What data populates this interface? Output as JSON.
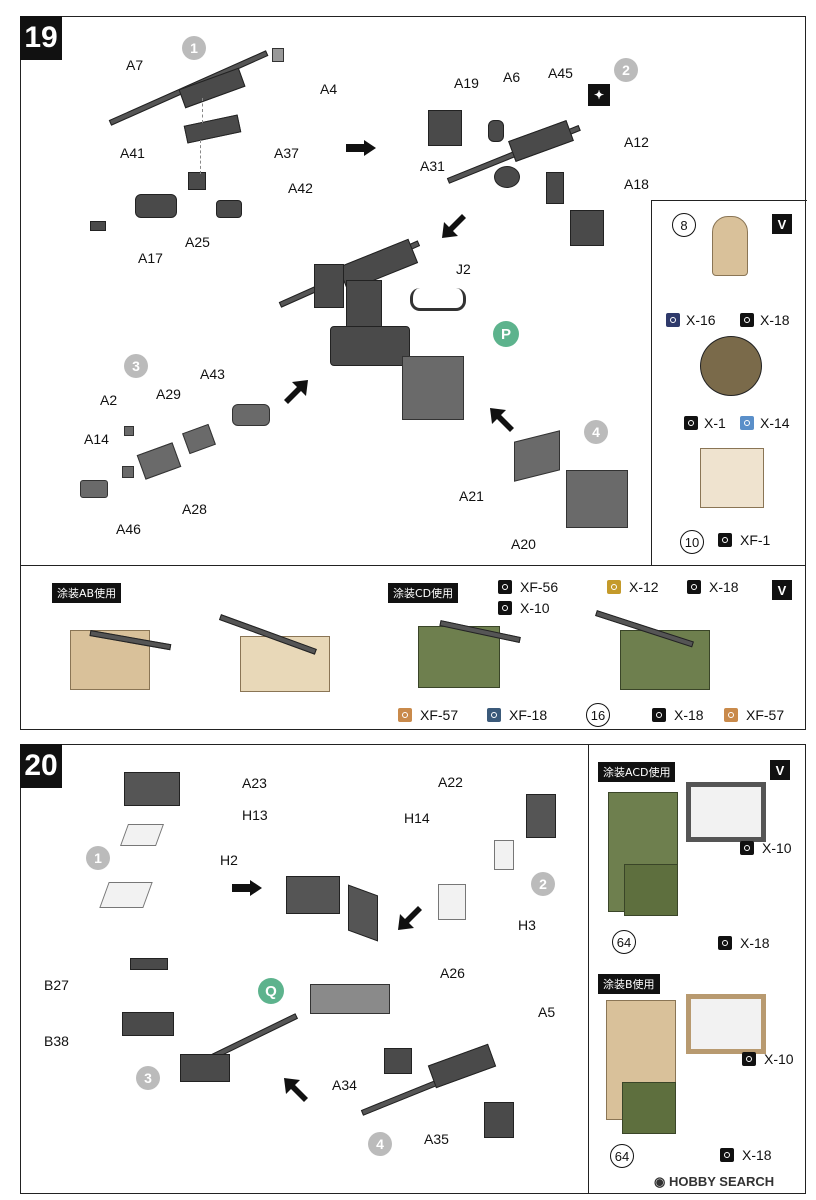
{
  "step19": {
    "number": "19",
    "sub_steps": [
      "1",
      "2",
      "3",
      "4"
    ],
    "parts": [
      "A7",
      "A4",
      "A37",
      "A41",
      "A42",
      "A25",
      "A17",
      "A19",
      "A6",
      "A45",
      "A31",
      "A12",
      "A18",
      "J2",
      "A43",
      "A2",
      "A29",
      "A14",
      "A28",
      "A46",
      "A21",
      "A20"
    ],
    "p_marker": "P",
    "inset": {
      "ref8": "8",
      "ref10": "10",
      "colors": {
        "x16": "X-16",
        "x18a": "X-18",
        "x1": "X-1",
        "x14": "X-14",
        "xf1": "XF-1"
      }
    },
    "paint": {
      "tag_ab": "涂装AB使用",
      "tag_cd": "涂装CD使用",
      "xf56": "XF-56",
      "x10": "X-10",
      "x12": "X-12",
      "x18b": "X-18",
      "xf57a": "XF-57",
      "xf18": "XF-18",
      "ref16": "16",
      "x18c": "X-18",
      "xf57b": "XF-57"
    }
  },
  "step20": {
    "number": "20",
    "sub_steps": [
      "1",
      "2",
      "3",
      "4"
    ],
    "parts": [
      "A23",
      "H13",
      "H2",
      "A22",
      "H14",
      "H3",
      "B27",
      "B38",
      "A26",
      "A5",
      "A34",
      "A35"
    ],
    "q_marker": "Q",
    "side": {
      "tag_acd": "涂装ACD使用",
      "x10a": "X-10",
      "ref64a": "64",
      "x18a": "X-18",
      "tag_b": "涂装B使用",
      "x10b": "X-10",
      "ref64b": "64",
      "x18b": "X-18"
    }
  },
  "watermark": "HOBBY SEARCH",
  "colors": {
    "step_bg": "#111111",
    "substep_circle": "#bbbbbb",
    "marker_green": "#5db38d",
    "swatch_black": "#111111",
    "swatch_navy": "#2f3a6b",
    "swatch_blue": "#5a8fc9",
    "swatch_gold": "#c49a2a",
    "swatch_orange": "#c98a4b",
    "swatch_steel": "#3b5a7a"
  }
}
